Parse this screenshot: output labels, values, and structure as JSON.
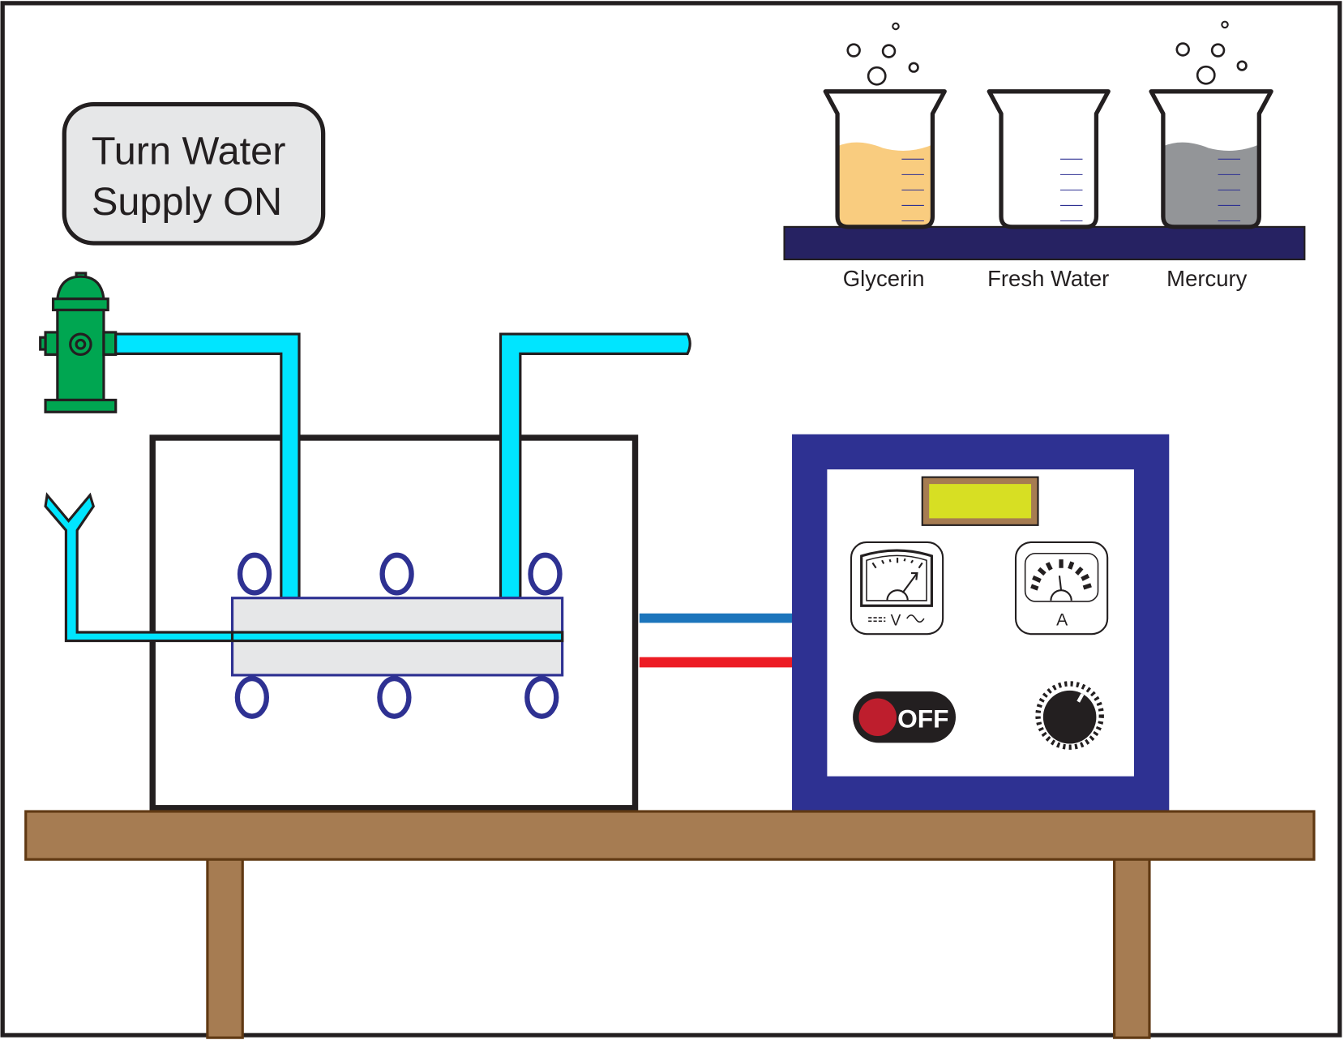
{
  "button": {
    "label_line1": "Turn Water",
    "label_line2": "Supply ON"
  },
  "beakers": [
    {
      "label": "Glycerin",
      "color": "#f9cc7f"
    },
    {
      "label": "Fresh Water",
      "color": "#ffffff"
    },
    {
      "label": "Mercury",
      "color": "#939598"
    }
  ],
  "power_supply": {
    "voltmeter_label": "V",
    "ammeter_label": "A",
    "switch_label": "OFF",
    "switch_state": "off",
    "display_color": "#d7df23",
    "panel_color": "#2e3192"
  },
  "colors": {
    "water": "#00e5ff",
    "hydrant": "#00a651",
    "table": "#a67c52",
    "wire_blue": "#1c75bc",
    "wire_red": "#ed1c24"
  }
}
